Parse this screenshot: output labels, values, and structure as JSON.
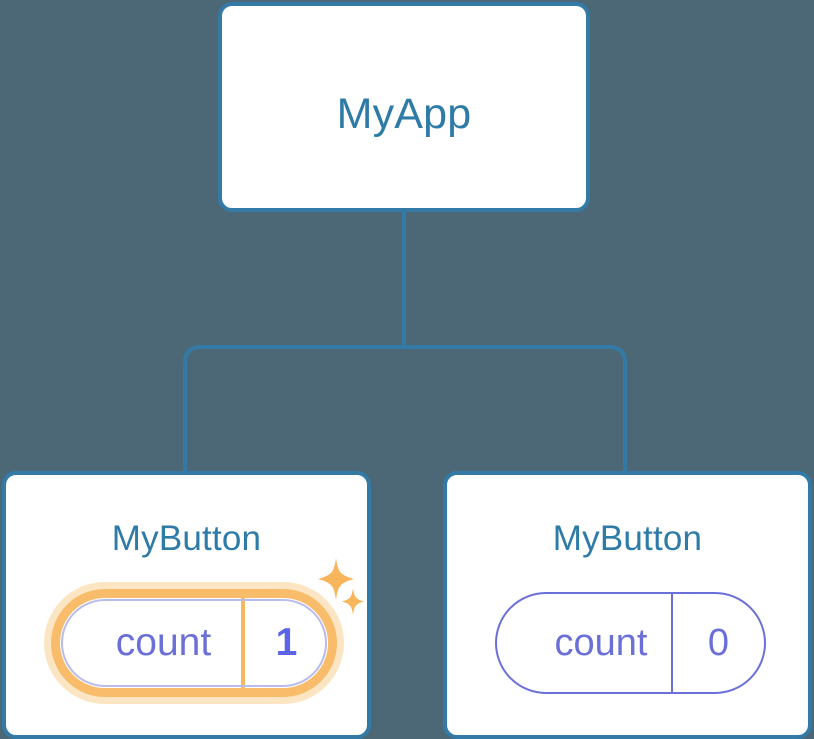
{
  "diagram": {
    "type": "component-tree",
    "background_color": "#4c6775",
    "node_border_color": "#337aa6",
    "node_title_color": "#2f7ba7",
    "connector_color": "#337aa6",
    "highlight_color": "#f5b760",
    "highlight_halo_color": "#fbe0b9",
    "state_text_color": "#6b70d8",
    "state_value_highlight_color": "#5b63e8",
    "root": {
      "title": "MyApp"
    },
    "children": [
      {
        "title": "MyButton",
        "state": {
          "key": "count",
          "value": "1"
        },
        "highlighted": true,
        "sparkle_icons": [
          "sparkle-large-icon",
          "sparkle-small-icon"
        ]
      },
      {
        "title": "MyButton",
        "state": {
          "key": "count",
          "value": "0"
        },
        "highlighted": false,
        "sparkle_icons": []
      }
    ]
  }
}
